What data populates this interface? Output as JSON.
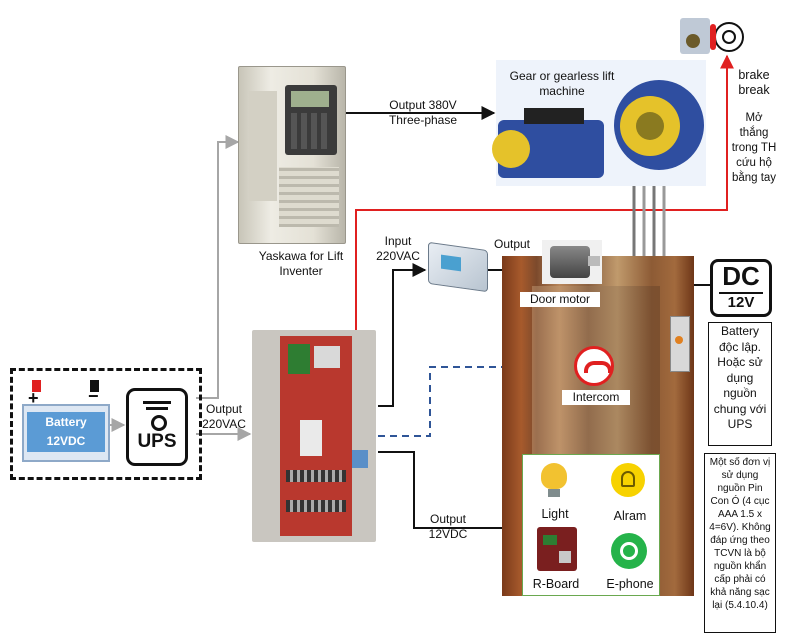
{
  "power_source": {
    "battery_label": "Battery 12VDC",
    "plus": "+",
    "minus": "−",
    "ups_label": "UPS",
    "output_label": "Output 220VAC"
  },
  "inverter": {
    "caption": "Yaskawa for Lift Inventer",
    "output_label": "Output 380V Three-phase"
  },
  "machine": {
    "caption": "Gear or gearless lift machine"
  },
  "brake": {
    "caption": "brake break",
    "note": "Mở thắng trong TH cứu hộ bằng tay"
  },
  "door": {
    "input_label": "Input 220VAC",
    "output_label": "Output",
    "motor_label": "Door motor"
  },
  "intercom": {
    "label": "Intercom"
  },
  "dc_source": {
    "dc": "DC",
    "voltage": "12V",
    "note": "Battery độc lập. Hoặc sử dụng nguồn chung với UPS"
  },
  "output_12vdc": {
    "label": "Output 12VDC"
  },
  "devices": {
    "light": "Light",
    "alarm": "Alram",
    "rboard": "R-Board",
    "ephone": "E-phone"
  },
  "warning": {
    "text": "Một số đơn vị sử dụng nguồn Pin Con Ó (4 cục AAA 1.5 x 4=6V). Không đáp ứng theo TCVN là bộ nguồn khẩn cấp phải có khả năng sạc lại (5.4.10.4)"
  },
  "colors": {
    "red_line": "#e02020",
    "blue_dash": "#2f5597",
    "gray_line": "#a6a6a6",
    "battery_fill": "#5b9bd5"
  }
}
